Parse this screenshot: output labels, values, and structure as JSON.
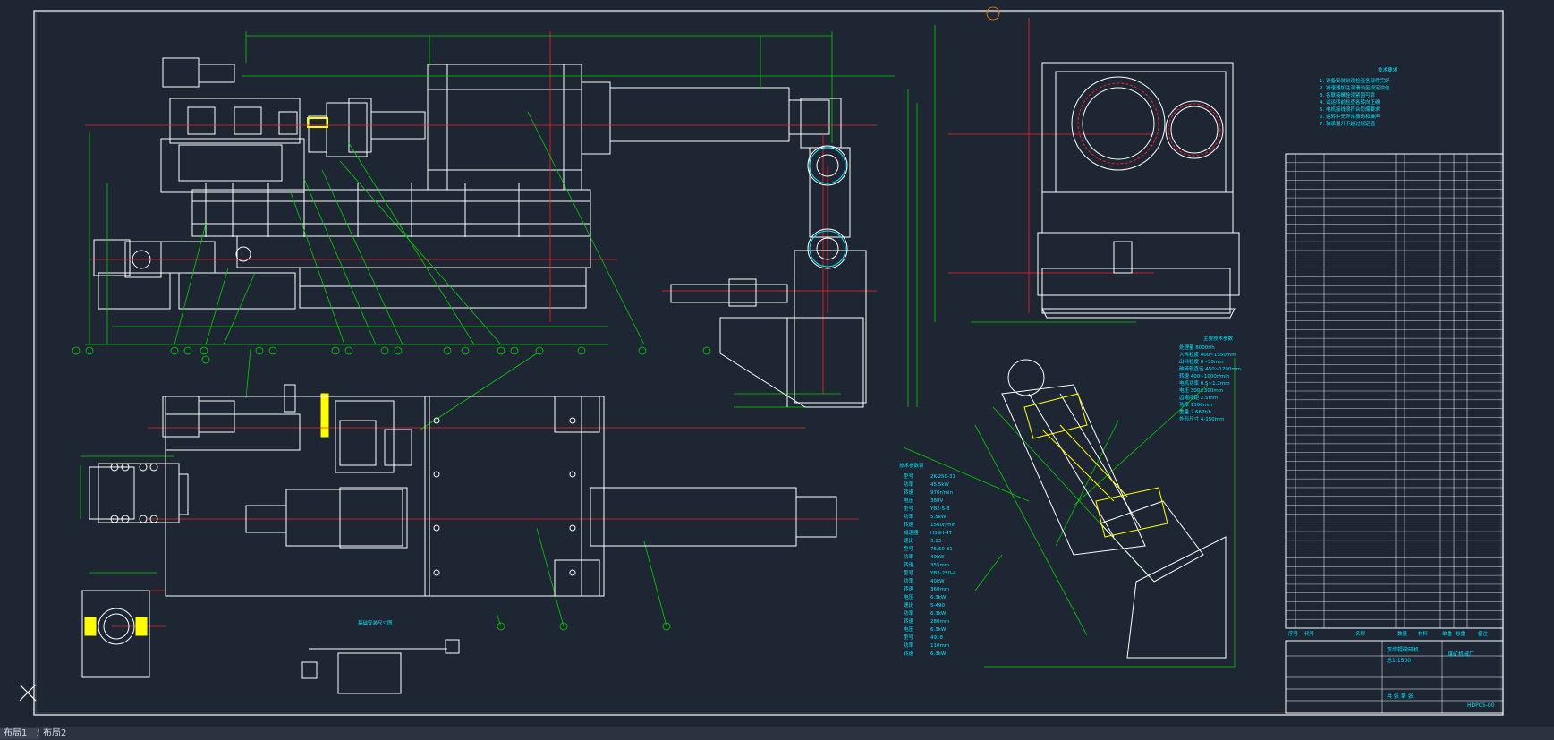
{
  "app": {
    "name": "CAD drawing viewer",
    "background": "#1e2633"
  },
  "colors": {
    "outline": "#ffffff",
    "center_line": "#ff2020",
    "dimension": "#00d000",
    "annotation": "#00e5ff",
    "highlight": "#ffff00",
    "tab_bar": "#2b3340"
  },
  "layout_tabs": [
    {
      "label": "布局1",
      "active": true
    },
    {
      "label": "布局2",
      "active": false
    }
  ],
  "ucs_icon": "ucs-cross-icon",
  "drawing": {
    "tech_params_title": "技术参数表",
    "tech_params": [
      {
        "k": "型号",
        "v": "2K-250-31"
      },
      {
        "k": "功率",
        "v": "45.5kW"
      },
      {
        "k": "转速",
        "v": "970r/min"
      },
      {
        "k": "电压",
        "v": "380V"
      },
      {
        "k": "型号",
        "v": "YB2-5-8"
      },
      {
        "k": "功率",
        "v": "5.5kW"
      },
      {
        "k": "转速",
        "v": "1500r/min"
      },
      {
        "k": "减速器",
        "v": "H3SH-4T"
      },
      {
        "k": "速比",
        "v": "3.13"
      },
      {
        "k": "型号",
        "v": "75/60-31"
      },
      {
        "k": "功率",
        "v": "40kW"
      },
      {
        "k": "转速",
        "v": "355mm"
      },
      {
        "k": "型号",
        "v": "YB2-250-4"
      },
      {
        "k": "功率",
        "v": "40kW"
      },
      {
        "k": "转速",
        "v": "360mm"
      },
      {
        "k": "电压",
        "v": "6.3kW"
      },
      {
        "k": "速比",
        "v": "5-490"
      },
      {
        "k": "功率",
        "v": "6.3kW"
      },
      {
        "k": "转速",
        "v": "280mm"
      },
      {
        "k": "电压",
        "v": "6.3kW"
      },
      {
        "k": "型号",
        "v": "4918"
      },
      {
        "k": "功率",
        "v": "110mm"
      },
      {
        "k": "转速",
        "v": "6.3kW"
      }
    ],
    "frame_note_title": "技术要求",
    "frame_notes": [
      "1. 设备安装前须检查各部件完好",
      "2. 减速器加注润滑油至规定油位",
      "3. 各联接螺栓须紧固可靠",
      "4. 试运转前检查各转向正确",
      "5. 电机接线须符合防爆要求",
      "6. 运转中无异常振动和噪声",
      "7. 轴承温升不超过规定值"
    ],
    "perf_title": "主要技术参数",
    "perf_params": [
      "处理量 8000t/h",
      "入料粒度 400~1350mm",
      "出料粒度 0~50mm",
      "破碎辊直径 450~1700mm",
      "转速 400~1000r/min",
      "电机功率 0.5~1.2mm",
      "电压 300×300mm",
      "齿辊间距 2.5mm",
      "功率 1500mm",
      "重量 2.667t/h",
      "外形尺寸 4-150mm"
    ],
    "section_title": "基础安装尺寸图",
    "title_block": {
      "name": "双齿辊破碎机",
      "scale": "总1:1500",
      "company": "煤矿机械厂",
      "sheet": "共 张 第 张",
      "drawing_no": "HDPC5-00"
    },
    "bom_header": [
      "序号",
      "代号",
      "名称",
      "数量",
      "材料",
      "单重",
      "总重",
      "备注"
    ],
    "bom_rows": 54
  }
}
